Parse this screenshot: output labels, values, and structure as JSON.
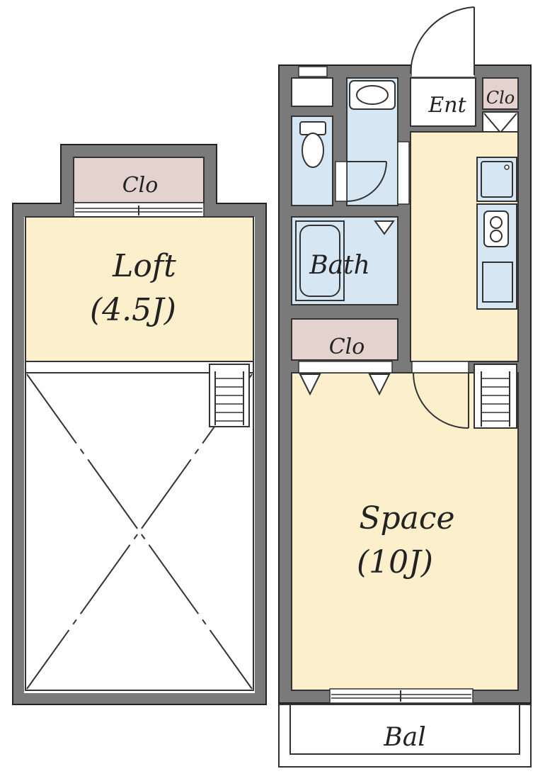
{
  "colors": {
    "wall": "#7a7a7a",
    "wall_edge": "#222222",
    "room_fill": "#fbefcc",
    "closet_fill": "#e3d2cd",
    "wet_fill": "#d6e6f3",
    "void_fill": "#ffffff",
    "fixture_stroke": "#333333"
  },
  "icons": {
    "window": "window-icon",
    "door": "door-swing-icon",
    "ladder": "ladder-icon",
    "toilet": "toilet-icon",
    "basin": "washbasin-icon",
    "bathtub": "bathtub-icon",
    "stove": "stove-icon",
    "sink": "kitchen-sink-icon",
    "fridge": "fridge-space-icon",
    "void": "void-cross-icon",
    "closet_fold": "closet-door-icon"
  },
  "rooms": {
    "loft_closet": {
      "label": "Clo"
    },
    "loft": {
      "name": "Loft",
      "size": "(4.5J)"
    },
    "entrance": {
      "label": "Ent"
    },
    "entrance_closet": {
      "label": "Clo"
    },
    "bath": {
      "label": "Bath"
    },
    "main_closet": {
      "label": "Clo"
    },
    "space": {
      "name": "Space",
      "size": "(10J)"
    },
    "balcony": {
      "label": "Bal"
    }
  }
}
